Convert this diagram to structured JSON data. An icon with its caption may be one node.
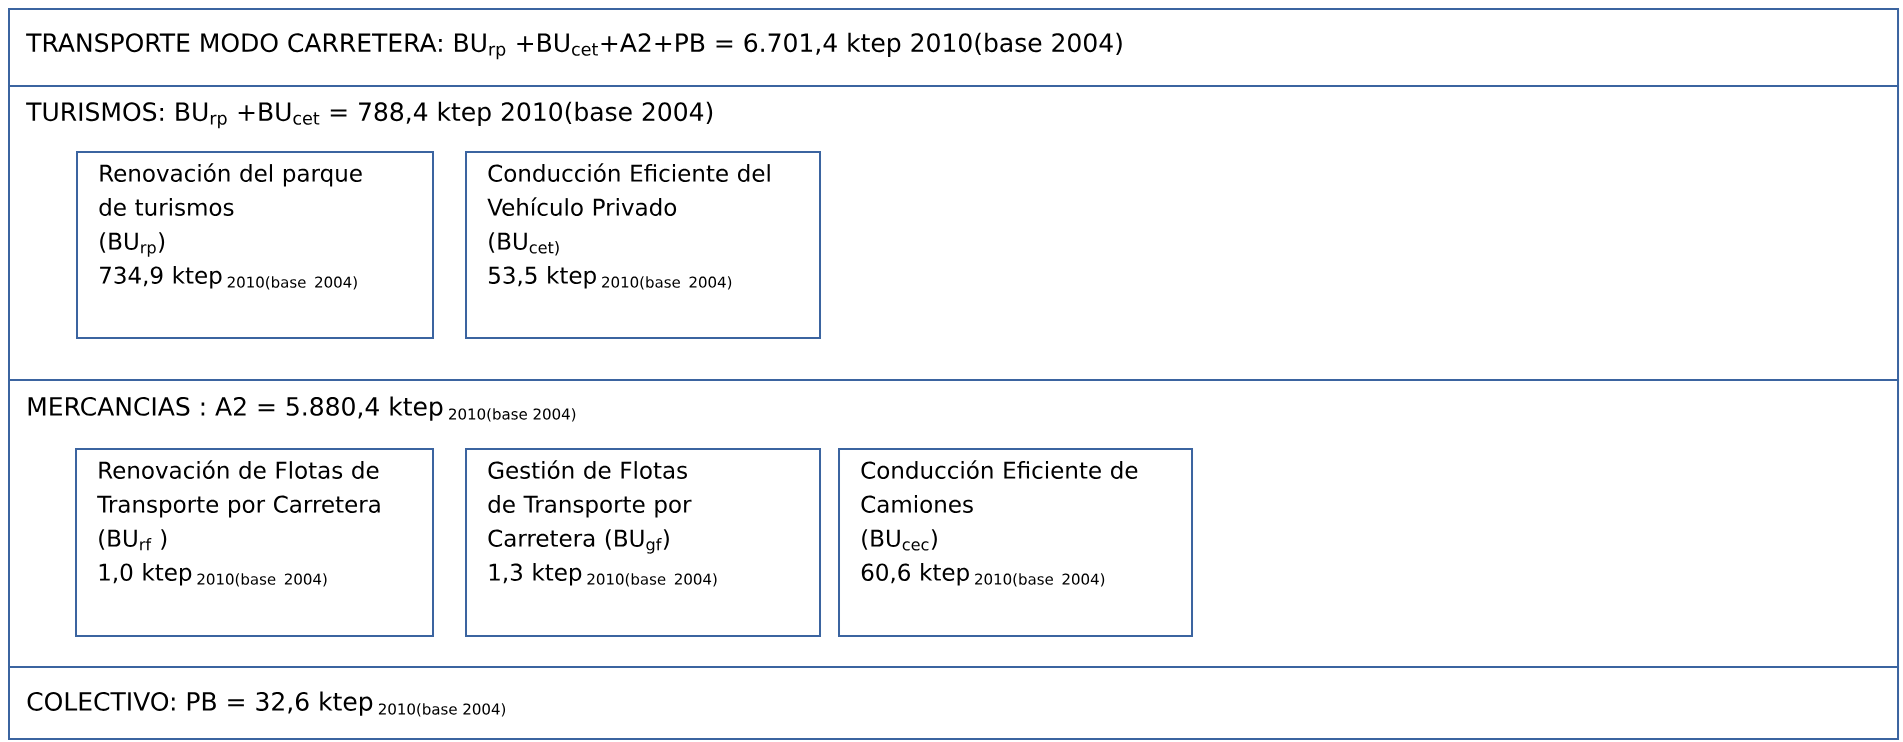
{
  "diagram": {
    "nodes": [
      {
        "text": [
          "TRANSPORTE MODO CARRETERA: BU$_{rp}$ +BU$_{cet}$+A2+PB = 6.701,4 ktep",
          "2010(base 2004)"
        ]
      },
      {
        "text": [
          "TURISMOS: BU$_{rp}$ +BU$_{cet}$ = 788,4 ktep",
          "2010(base 2004)"
        ]
      },
      {
        "text": [
          "Renovación del parque de turismos",
          "(BU$_{rp}$)",
          "734,9 ktep",
          "2010(base 2004)"
        ],
        "in": 1
      },
      {
        "text": [
          "Conducción Eficiente del Vehículo Privado",
          "(BU$_{cet)}$",
          "53,5 ktep",
          "2010(base 2004)"
        ],
        "in": 1
      },
      {
        "text": [
          "MERCANCIAS : A2 = 5.880,4 ktep",
          "2010(base 2004)"
        ]
      },
      {
        "text": [
          "Renovación de Flotas de Transporte por Carretera (BU$_{rf}$ )",
          "1,0 ktep",
          "2010(base 2004)"
        ],
        "in": 4
      },
      {
        "text": [
          "Gestión de Flotas de Transporte por Carretera (BU$_{gf}$)",
          "1,3 ktep",
          "2010(base 2004)"
        ],
        "in": 4
      },
      {
        "text": [
          "Conducción Eficiente de Camiones",
          "(BU$_{cec}$)",
          "60,6 ktep",
          "2010(base 2004)"
        ],
        "in": 4
      },
      {
        "text": [
          "COLECTIVO: PB = 32,6 ktep",
          "2010(base 2004)"
        ]
      }
    ]
  }
}
